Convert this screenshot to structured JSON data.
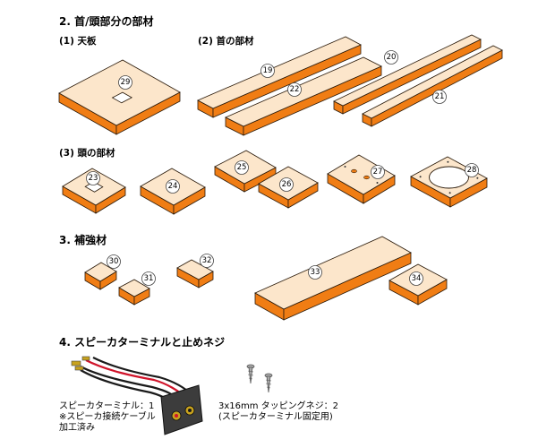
{
  "colors": {
    "wood_top": "#fce6cb",
    "wood_side": "#f07d14",
    "outline": "#2a1a0a",
    "terminal_base": "#3c3c3c",
    "terminal_gold": "#c8a21e",
    "wire_red": "#d0142a",
    "wire_black": "#1a1a1a"
  },
  "sections": {
    "s2": {
      "title": "2. 首/頭部分の部材",
      "sub1": "(1) 天板",
      "sub2": "(2) 首の部材",
      "sub3": "(3) 頭の部材"
    },
    "s3": {
      "title": "3. 補強材"
    },
    "s4": {
      "title": "4. スピーカターミナルと止めネジ",
      "terminal_caption": "スピーカターミナル：1\n※スピーカ接続ケーブル\n加工済み",
      "screw_caption": "3x16mm タッピングネジ：2\n(スピーカターミナル固定用)"
    }
  },
  "parts": [
    {
      "num": "29",
      "icon": "board-with-square-hole-icon"
    },
    {
      "num": "19",
      "icon": "long-plank-icon"
    },
    {
      "num": "22",
      "icon": "long-plank-icon"
    },
    {
      "num": "20",
      "icon": "long-strip-icon"
    },
    {
      "num": "21",
      "icon": "long-strip-icon"
    },
    {
      "num": "23",
      "icon": "square-with-hole-icon"
    },
    {
      "num": "24",
      "icon": "square-plate-icon"
    },
    {
      "num": "25",
      "icon": "square-plate-icon"
    },
    {
      "num": "26",
      "icon": "square-plate-icon"
    },
    {
      "num": "27",
      "icon": "plate-with-holes-icon"
    },
    {
      "num": "28",
      "icon": "plate-with-round-hole-icon"
    },
    {
      "num": "30",
      "icon": "small-block-icon"
    },
    {
      "num": "31",
      "icon": "small-block-icon"
    },
    {
      "num": "32",
      "icon": "small-block-icon"
    },
    {
      "num": "33",
      "icon": "long-plank-icon"
    },
    {
      "num": "34",
      "icon": "square-plate-icon"
    }
  ],
  "icons": {
    "terminal": "speaker-terminal-icon",
    "screw": "tapping-screw-icon"
  }
}
